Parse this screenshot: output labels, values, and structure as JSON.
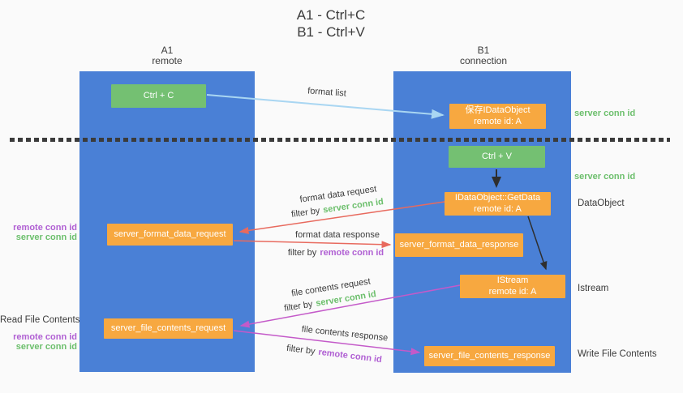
{
  "title": {
    "line1": "A1 - Ctrl+C",
    "line2": "B1 - Ctrl+V"
  },
  "columns": {
    "a1": {
      "name": "A1",
      "subtitle": "remote"
    },
    "b1": {
      "name": "B1",
      "subtitle": "connection"
    }
  },
  "nodes": {
    "ctrl_c": {
      "label": "Ctrl + C"
    },
    "save_dataobject": {
      "line1": "保存IDataObject",
      "line2": "remote id: A"
    },
    "ctrl_v": {
      "label": "Ctrl + V"
    },
    "getdata": {
      "line1": "IDataObject::GetData",
      "line2": "remote id: A"
    },
    "format_request": {
      "label": "server_format_data_request"
    },
    "format_response": {
      "label": "server_format_data_response"
    },
    "istream": {
      "line1": "IStream",
      "line2": "remote id: A"
    },
    "file_request": {
      "label": "server_file_contents_request"
    },
    "file_response": {
      "label": "server_file_contents_response"
    }
  },
  "arrow_labels": {
    "format_list": "format list",
    "format_data_request": "format data request",
    "format_data_response": "format data response",
    "file_contents_request": "file contents request",
    "file_contents_response": "file contents response",
    "filter_prefix": "filter by",
    "server_conn_id": "server conn id",
    "remote_conn_id": "remote conn id"
  },
  "side_labels": {
    "left": {
      "remote_conn_id": "remote conn id",
      "server_conn_id": "server conn id",
      "read_file_contents": "Read File Contents"
    },
    "right": {
      "server_conn_id_top": "server conn id",
      "server_conn_id_mid": "server conn id",
      "dataobject": "DataObject",
      "istream": "Istream",
      "write_file_contents": "Write File Contents"
    }
  },
  "colors": {
    "column_blue": "#4a80d6",
    "box_green": "#74c072",
    "box_orange": "#f7a840",
    "arrow_red": "#e86a5e",
    "arrow_magenta": "#c45ac9",
    "arrow_lightblue": "#a9d6f2",
    "arrow_black": "#2e2e2e",
    "text_green": "#6cbf6c",
    "text_purple": "#b05fd3",
    "text_dark": "#3b3b3b",
    "background": "#fafafa",
    "dash_color": "#3b3b3b"
  }
}
